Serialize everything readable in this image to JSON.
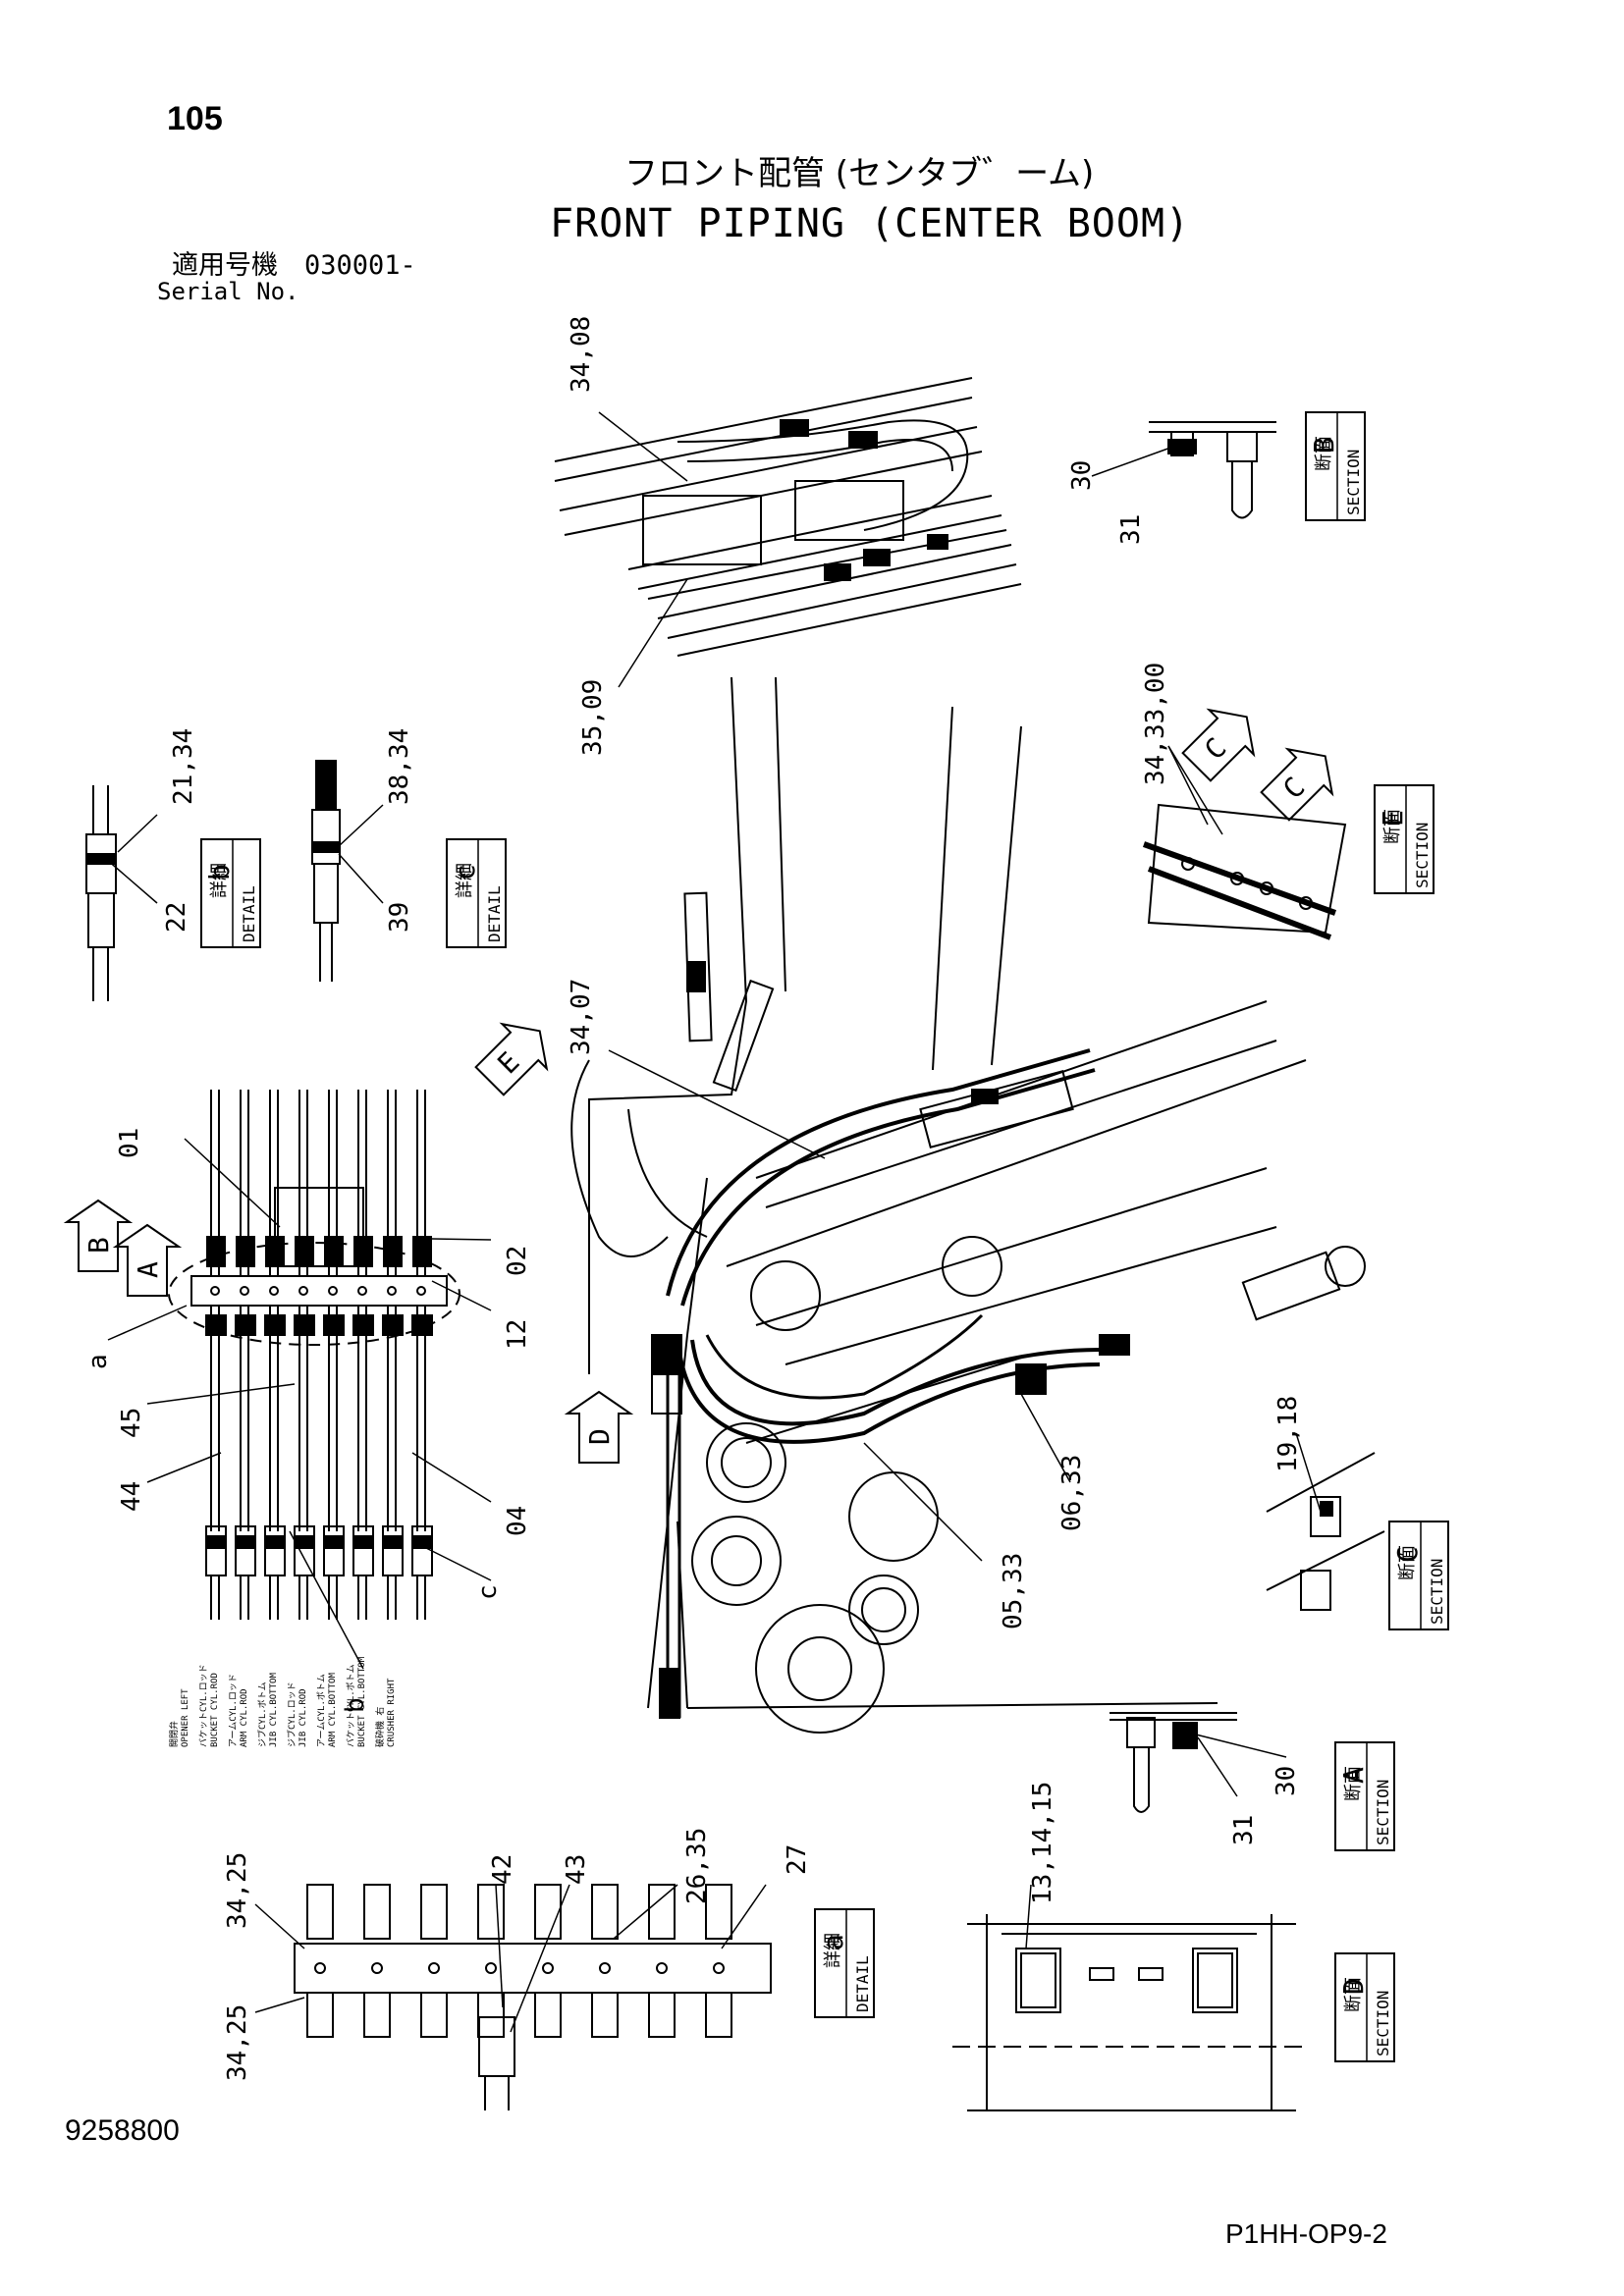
{
  "header": {
    "page_number": "105",
    "title_jp": "フロント配管 (センタブ゛ーム)",
    "title_en": "FRONT PIPING (CENTER BOOM)",
    "serial_label_jp": "適用号機",
    "serial_label_en": "Serial No.",
    "serial_value": "030001-"
  },
  "footer": {
    "doc_number": "9258800",
    "page_code": "P1HH-OP9-2"
  },
  "callouts": {
    "c_34_08": "34,08",
    "c_35_09": "35,09",
    "c_30_b": "30",
    "c_31_b": "31",
    "c_34_33_00": "34,33,00",
    "c_21_34": "21,34",
    "c_22": "22",
    "c_38_34": "38,34",
    "c_39": "39",
    "c_34_07": "34,07",
    "c_01": "01",
    "c_02": "02",
    "c_12": "12",
    "c_a": "a",
    "c_45": "45",
    "c_44": "44",
    "c_04": "04",
    "c_c": "c",
    "c_b": "b",
    "c_05_33": "05,33",
    "c_06_33": "06,33",
    "c_19_18": "19,18",
    "c_30_a": "30",
    "c_31_a": "31",
    "c_34_25_top": "34,25",
    "c_34_25_bot": "34,25",
    "c_42": "42",
    "c_43": "43",
    "c_26_35": "26,35",
    "c_27": "27",
    "c_13_14_15": "13,14,15"
  },
  "view_labels": {
    "section_b": {
      "jp": "断面",
      "en": "SECTION",
      "letter": "B"
    },
    "section_e": {
      "jp": "断面",
      "en": "SECTION",
      "letter": "E"
    },
    "section_c": {
      "jp": "断面",
      "en": "SECTION",
      "letter": "C"
    },
    "section_a": {
      "jp": "断面",
      "en": "SECTION",
      "letter": "A"
    },
    "section_d": {
      "jp": "断面",
      "en": "SECTION",
      "letter": "D"
    },
    "detail_b": {
      "jp": "詳細",
      "en": "DETAIL",
      "letter": "b"
    },
    "detail_c": {
      "jp": "詳細",
      "en": "DETAIL",
      "letter": "c"
    },
    "detail_a": {
      "jp": "詳細",
      "en": "DETAIL",
      "letter": "a"
    }
  },
  "view_arrows": {
    "arrow_b": "B",
    "arrow_a": "A",
    "arrow_e": "E",
    "arrow_d": "D",
    "arrow_c1": "C",
    "arrow_c2": "C"
  },
  "line_labels": [
    {
      "jp": "開閉弁 ",
      "en": "OPENER LEFT"
    },
    {
      "jp": "バケットCYL.ロッド",
      "en": "BUCKET CYL.ROD"
    },
    {
      "jp": "アームCYL.ロッド",
      "en": "ARM CYL.ROD"
    },
    {
      "jp": "ジブCYL.ボトム",
      "en": "JIB CYL.BOTTOM"
    },
    {
      "jp": "ジブCYL.ロッド",
      "en": "JIB CYL.ROD"
    },
    {
      "jp": "アームCYL.ボトム",
      "en": "ARM CYL.BOTTOM"
    },
    {
      "jp": "バケットCYL.ボトム",
      "en": "BUCKET CYL.BOTTOM"
    },
    {
      "jp": "破砕機 右",
      "en": "CRUSHER RIGHT"
    }
  ]
}
